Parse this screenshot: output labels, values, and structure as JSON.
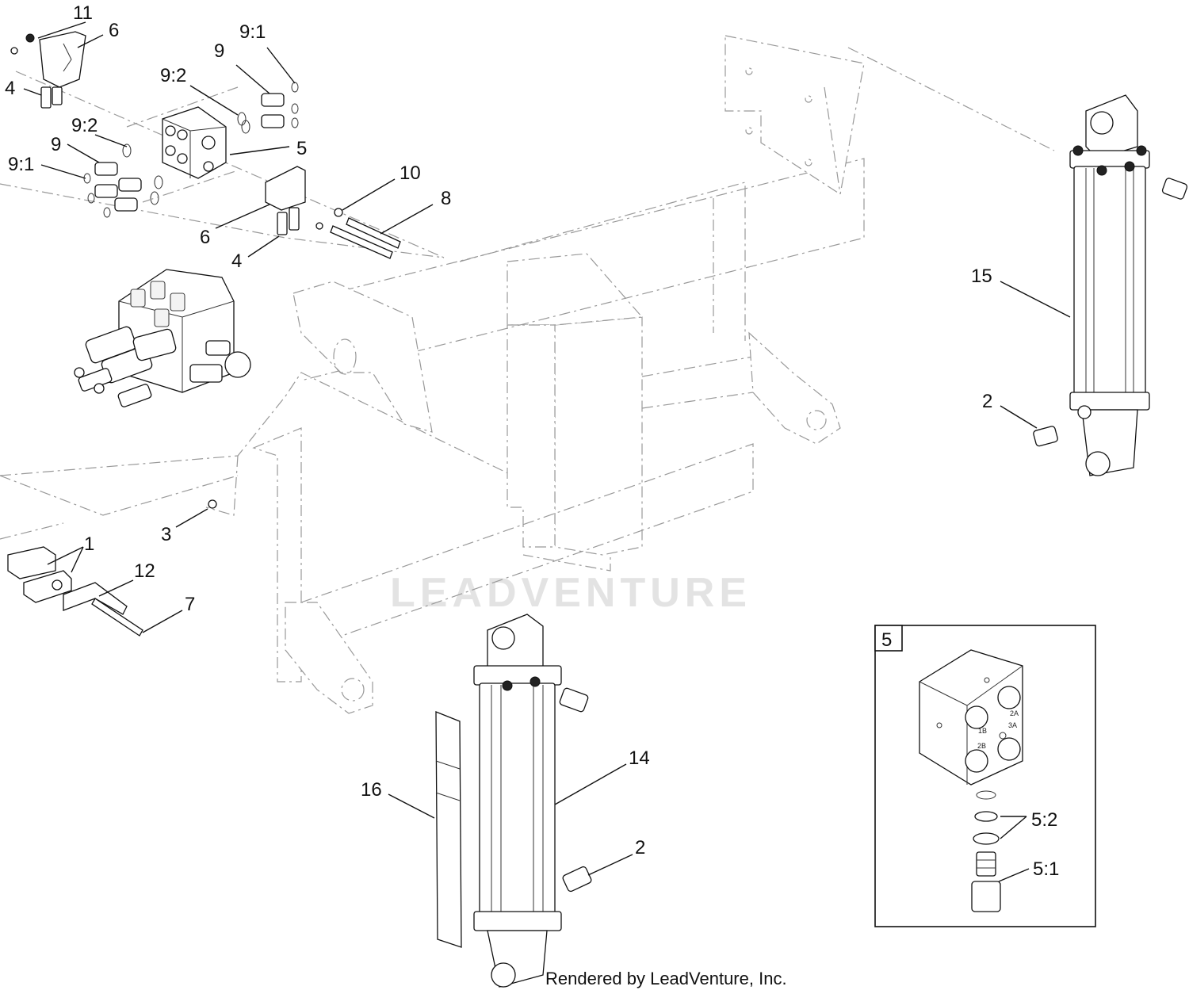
{
  "watermark": "LEADVENTURE",
  "footer": "Rendered by LeadVenture, Inc.",
  "detail_box_label": "5",
  "detail_port_labels": [
    "1B",
    "2A",
    "2B",
    "3A"
  ],
  "callouts": [
    "11",
    "6",
    "9:1",
    "9",
    "9:2",
    "4",
    "9:2",
    "9",
    "5",
    "9:1",
    "10",
    "8",
    "6",
    "4",
    "15",
    "2",
    "3",
    "1",
    "12",
    "7",
    "16",
    "14",
    "2",
    "5:2",
    "5:1"
  ]
}
